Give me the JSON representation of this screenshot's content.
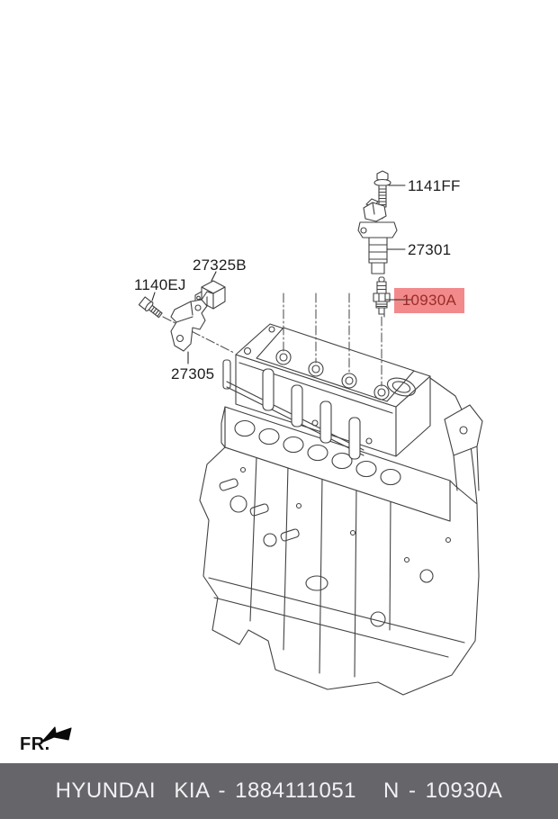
{
  "diagram": {
    "callouts": [
      {
        "id": "1141FF",
        "part": "bolt",
        "highlighted": false
      },
      {
        "id": "27301",
        "part": "ignition-coil",
        "highlighted": false
      },
      {
        "id": "10930A",
        "part": "spark-plug",
        "highlighted": true
      },
      {
        "id": "27325B",
        "part": "condenser",
        "highlighted": false
      },
      {
        "id": "1140EJ",
        "part": "bolt",
        "highlighted": false
      },
      {
        "id": "27305",
        "part": "bracket",
        "highlighted": false
      }
    ],
    "direction_label": "FR.",
    "colors": {
      "line": "#424242",
      "highlight_background": "#f28a8c",
      "highlight_text": "#9b2d27"
    }
  },
  "footer": {
    "left": "HYUNDAI  KIA - 1884111051",
    "right": "N - 10930A",
    "background": "#666569",
    "text_color": "#f2f1f3"
  }
}
